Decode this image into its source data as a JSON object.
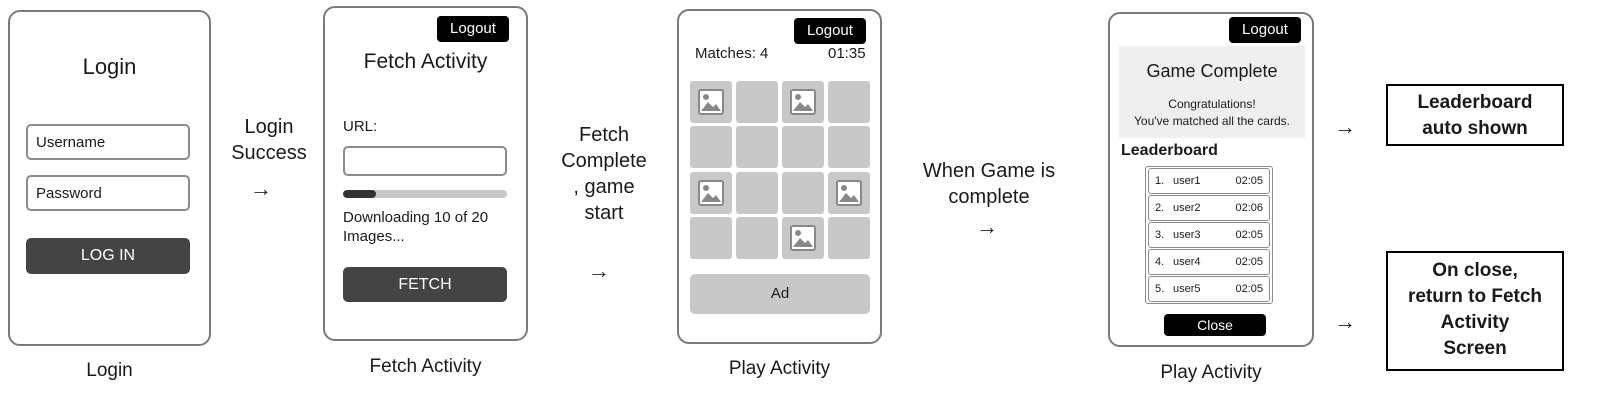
{
  "login_screen": {
    "title": "Login",
    "username_placeholder": "Username",
    "password_placeholder": "Password",
    "login_button": "LOG IN",
    "caption": "Login"
  },
  "arrow1": {
    "label_line1": "Login",
    "label_line2": "Success",
    "symbol": "→"
  },
  "fetch_screen": {
    "logout": "Logout",
    "title": "Fetch Activity",
    "url_label": "URL:",
    "progress_fraction": 0.2,
    "status_line1": "Downloading 10 of 20",
    "status_line2": "Images...",
    "fetch_button": "FETCH",
    "caption": "Fetch Activity"
  },
  "arrow2": {
    "line1": "Fetch",
    "line2": "Complete",
    "line3": ", game",
    "line4": "start",
    "symbol": "→"
  },
  "play_screen": {
    "logout": "Logout",
    "matches": "Matches: 4",
    "timer": "01:35",
    "ad": "Ad",
    "caption": "Play Activity"
  },
  "arrow3": {
    "line1": "When Game is",
    "line2": "complete",
    "symbol": "→"
  },
  "complete_screen": {
    "logout": "Logout",
    "title": "Game Complete",
    "message_line1": "Congratulations!",
    "message_line2": "You've matched all the cards.",
    "leaderboard_title": "Leaderboard",
    "leaderboard": [
      {
        "rank": "1.",
        "user": "user1",
        "time": "02:05"
      },
      {
        "rank": "2.",
        "user": "user2",
        "time": "02:06"
      },
      {
        "rank": "3.",
        "user": "user3",
        "time": "02:05"
      },
      {
        "rank": "4.",
        "user": "user4",
        "time": "02:05"
      },
      {
        "rank": "5.",
        "user": "user5",
        "time": "02:05"
      }
    ],
    "close_button": "Close",
    "caption": "Play Activity"
  },
  "notes": {
    "arrow_symbol": "→",
    "top_line1": "Leaderboard",
    "top_line2": "auto shown",
    "bottom_line1": "On close,",
    "bottom_line2": "return to Fetch",
    "bottom_line3": "Activity",
    "bottom_line4": "Screen"
  }
}
